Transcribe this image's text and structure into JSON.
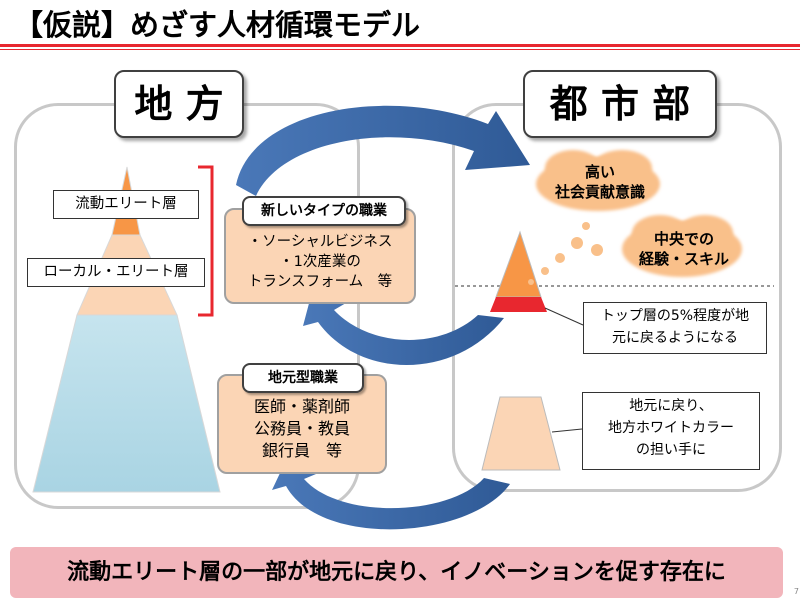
{
  "title": "【仮説】めざす人材循環モデル",
  "regions": {
    "local": "地 方",
    "urban": "都 市 部"
  },
  "pyramid_labels": {
    "mobile_elite": "流動エリート層",
    "local_elite": "ローカル・エリート層"
  },
  "new_jobs": {
    "heading": "新しいタイプの職業",
    "lines": [
      "・ソーシャルビジネス",
      "・1次産業の",
      "トランスフォーム　等"
    ]
  },
  "local_jobs": {
    "heading": "地元型職業",
    "lines": [
      "医師・薬剤師",
      "公務員・教員",
      "銀行員　等"
    ]
  },
  "clouds": {
    "awareness": [
      "高い",
      "社会貢献意識"
    ],
    "experience": [
      "中央での",
      "経験・スキル"
    ]
  },
  "callouts": {
    "top_return": [
      "トップ層の5%程度が地",
      "元に戻るようになる"
    ],
    "white_collar": [
      "地元に戻り、",
      "地方ホワイトカラー",
      "の担い手に"
    ]
  },
  "banner": "流動エリート層の一部が地元に戻り、イノベーションを促す存在に",
  "page_number": "7",
  "colors": {
    "accent_red": "#e8272f",
    "pyramid_top": "#f79646",
    "pyramid_mid": "#fbd5b5",
    "pyramid_base": "#b7dde8",
    "arrow_blue": "#3d6aa8",
    "banner_pink": "#f2b5bb"
  }
}
